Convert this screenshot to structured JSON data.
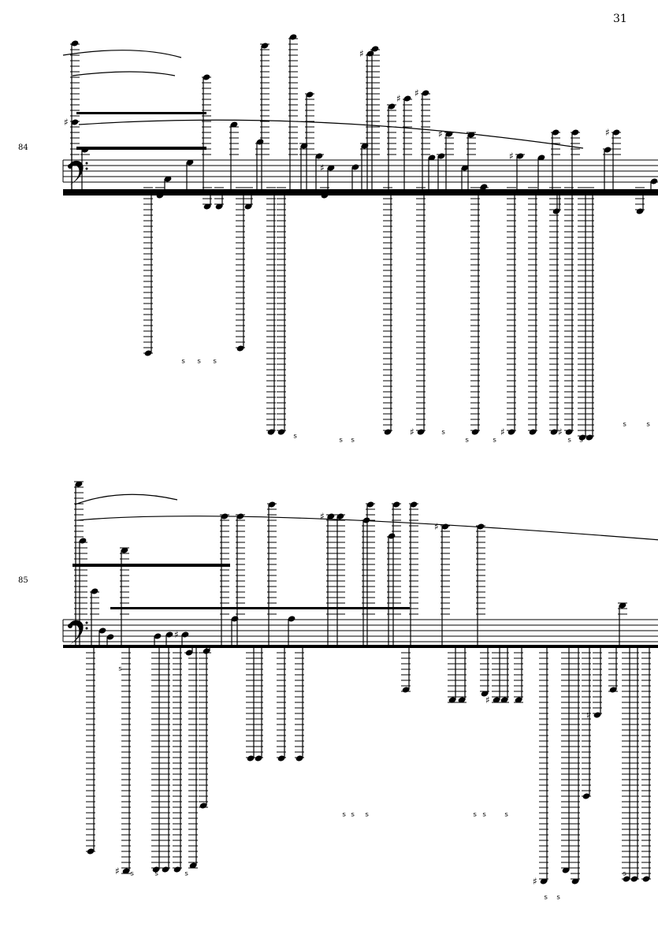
{
  "page": {
    "number": "31"
  },
  "systems": [
    {
      "measure_number": "84",
      "clef": "bass"
    },
    {
      "measure_number": "85",
      "clef": "bass"
    }
  ],
  "colors": {
    "ink": "#000000",
    "paper": "#ffffff"
  }
}
